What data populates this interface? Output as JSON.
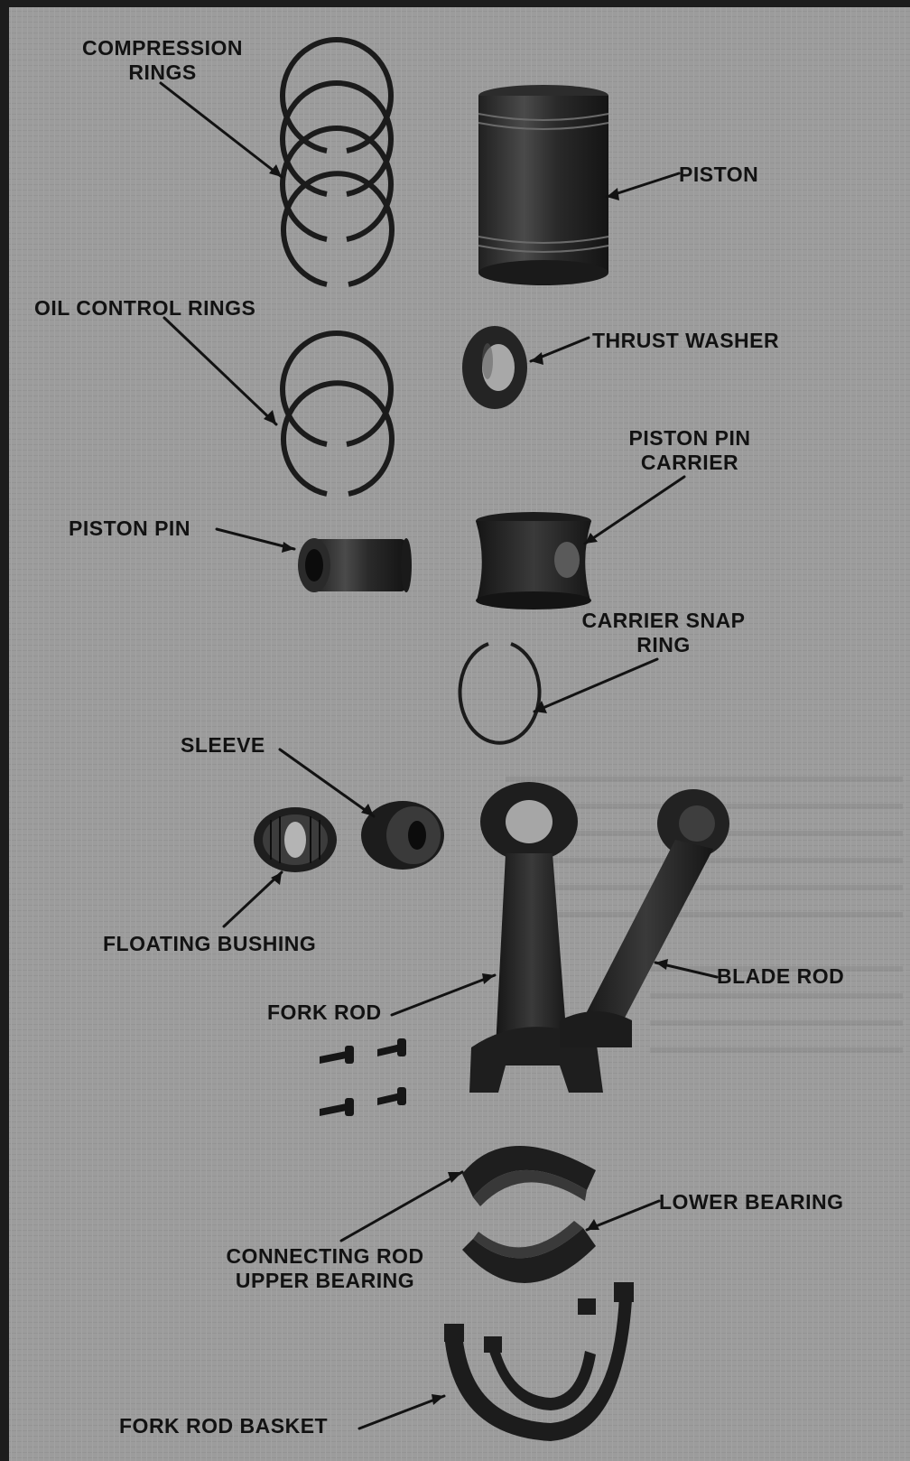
{
  "labels": {
    "compression_rings": [
      "COMPRESSION",
      "RINGS"
    ],
    "piston": "PISTON",
    "oil_control_rings": "OIL CONTROL RINGS",
    "thrust_washer": "THRUST WASHER",
    "piston_pin_carrier": [
      "PISTON PIN",
      "CARRIER"
    ],
    "piston_pin": "PISTON PIN",
    "carrier_snap_ring": [
      "CARRIER SNAP",
      "RING"
    ],
    "sleeve": "SLEEVE",
    "floating_bushing": "FLOATING BUSHING",
    "blade_rod": "BLADE ROD",
    "fork_rod": "FORK ROD",
    "lower_bearing": "LOWER BEARING",
    "connecting_rod_upper_bearing": [
      "CONNECTING ROD",
      "UPPER BEARING"
    ],
    "fork_rod_basket": "FORK ROD BASKET"
  },
  "colors": {
    "background": "#9c9c9c",
    "parts": "#1e1e1e",
    "label_text": "#121212"
  }
}
